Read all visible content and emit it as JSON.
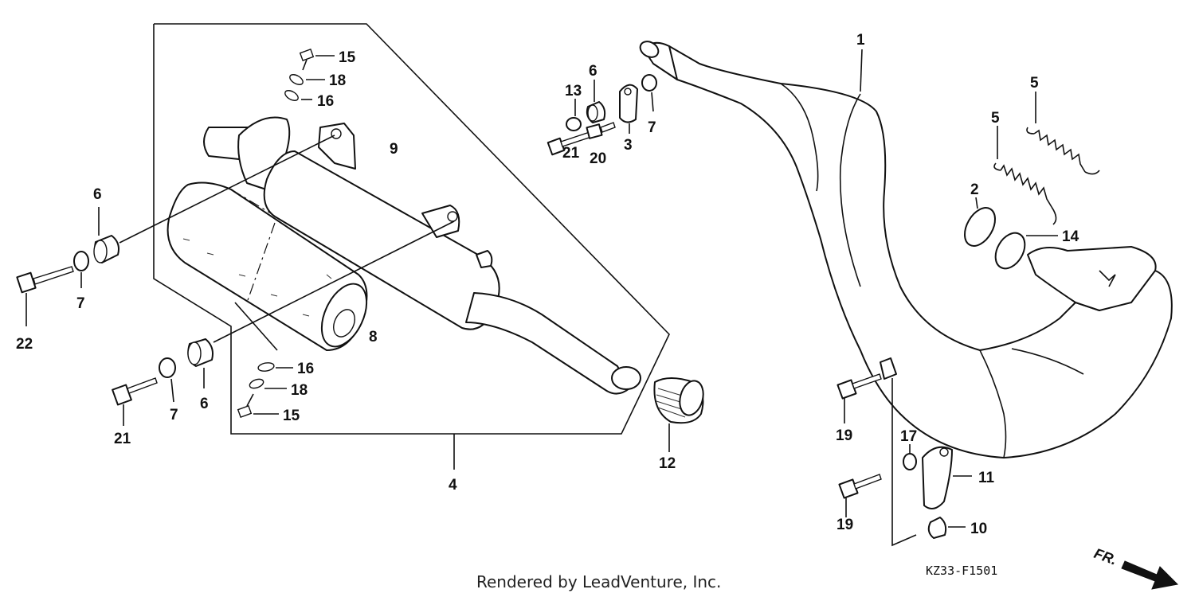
{
  "diagram": {
    "callouts": [
      "1",
      "2",
      "3",
      "4",
      "5",
      "5",
      "6",
      "6",
      "6",
      "7",
      "7",
      "7",
      "8",
      "9",
      "10",
      "11",
      "12",
      "13",
      "14",
      "15",
      "15",
      "16",
      "16",
      "17",
      "18",
      "18",
      "19",
      "19",
      "20",
      "21",
      "21",
      "22"
    ],
    "footer_text": "Rendered by LeadVenture, Inc.",
    "diagram_code": "KZ33-F1501",
    "direction_label": "FR."
  }
}
